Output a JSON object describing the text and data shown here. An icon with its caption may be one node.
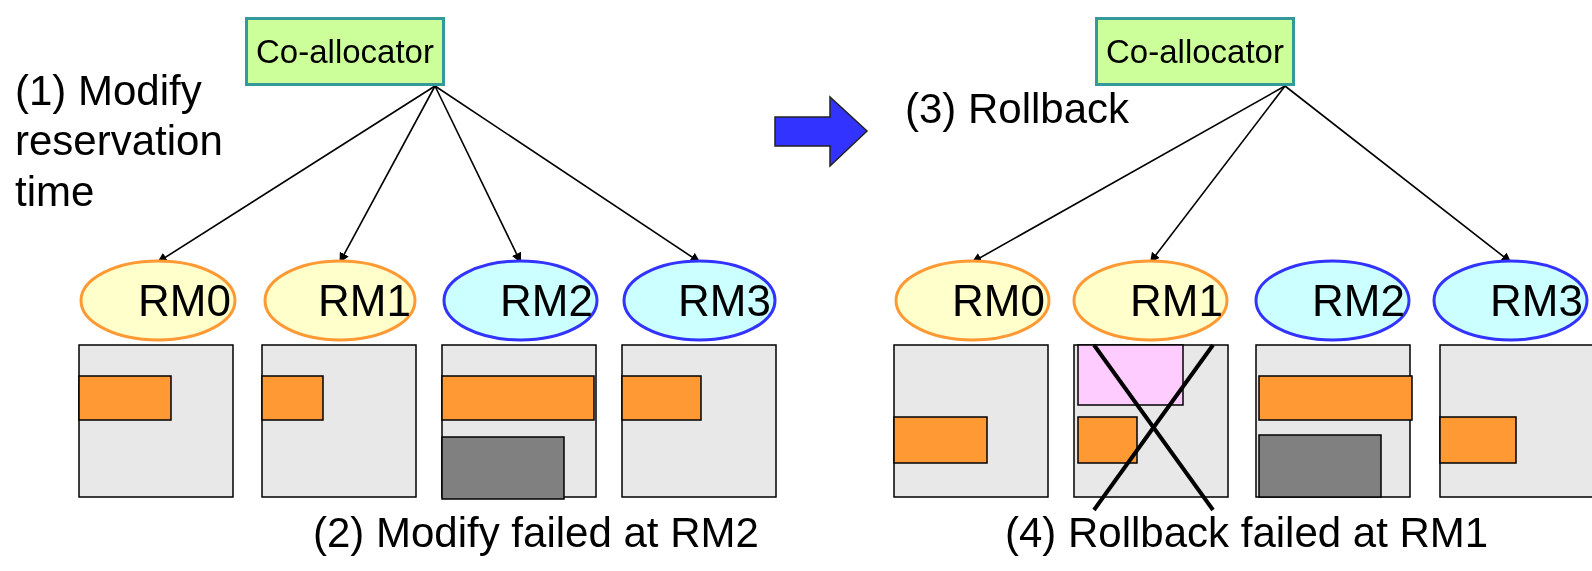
{
  "diagram": {
    "nodes": [
      {
        "text": [
          "Co-allocator"
        ]
      },
      {
        "text": [
          "RM0"
        ]
      },
      {
        "text": [
          "RM1"
        ]
      },
      {
        "text": [
          "RM2"
        ]
      },
      {
        "text": [
          "RM3"
        ]
      },
      {
        "text": [
          "Co-allocator"
        ]
      },
      {
        "text": [
          "RM0"
        ]
      },
      {
        "text": [
          "RM1"
        ]
      },
      {
        "text": [
          "RM2"
        ]
      },
      {
        "text": [
          "RM3"
        ]
      }
    ],
    "edges": [
      {
        "from": 0,
        "to": 1,
        "arrow": "to"
      },
      {
        "from": 0,
        "to": 2,
        "arrow": "to"
      },
      {
        "from": 0,
        "to": 3,
        "arrow": "to"
      },
      {
        "from": 0,
        "to": 4,
        "arrow": "to"
      },
      {
        "from": 5,
        "to": 6,
        "arrow": "to"
      },
      {
        "from": 5,
        "to": 7,
        "arrow": "to"
      },
      {
        "from": 5,
        "to": 9,
        "arrow": "to"
      }
    ],
    "labels": [
      "(1) Modify reservation time",
      "(3) Rollback",
      "(2) Modify failed at RM2",
      "(4) Rollback failed at RM1"
    ]
  }
}
